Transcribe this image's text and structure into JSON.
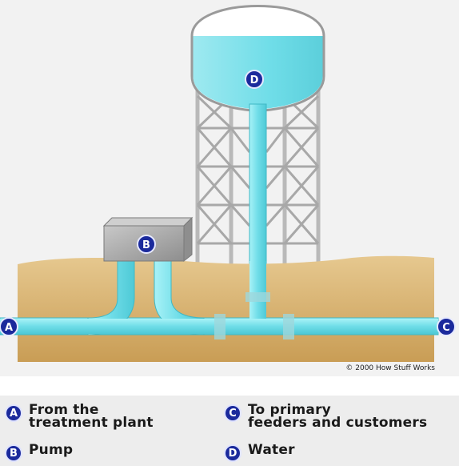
{
  "diagram": {
    "markers": {
      "a": "A",
      "b": "B",
      "c": "C",
      "d": "D"
    },
    "credit": "© 2000 How Stuff Works"
  },
  "legend": [
    {
      "letter": "A",
      "text": "From the\ntreatment plant"
    },
    {
      "letter": "B",
      "text": "Pump"
    },
    {
      "letter": "C",
      "text": "To primary\nfeeders and customers"
    },
    {
      "letter": "D",
      "text": "Water"
    }
  ],
  "colors": {
    "water": "#7fe3ec",
    "ground": "#d9b36f",
    "badge": "#1b2a9c",
    "pump": "#a9a9a9",
    "tower_frame": "#c8c8c8"
  }
}
